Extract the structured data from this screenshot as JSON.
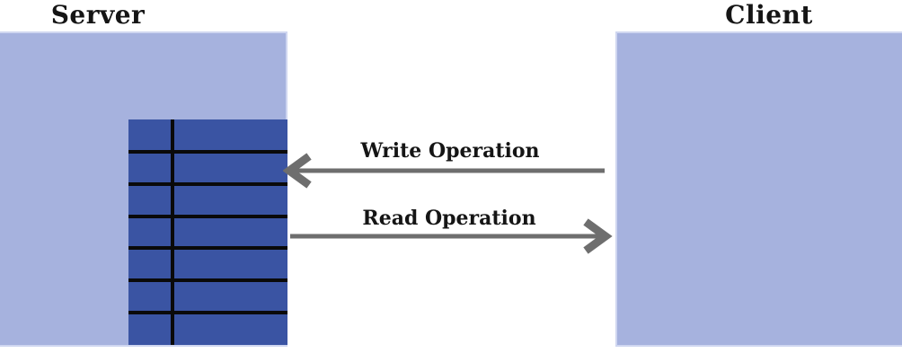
{
  "colors": {
    "box-fill": "#a6b2de",
    "box-border": "#cfd6f0",
    "table-fill": "#3a54a3",
    "grid-line": "#0a0a0a",
    "arrow-gray": "#6e6e6e",
    "text-color": "#151515",
    "canvas-bg": "#ffffff"
  },
  "server": {
    "title": "Server",
    "table": {
      "rows": 7,
      "columns": 2
    }
  },
  "client": {
    "title": "Client"
  },
  "arrows": {
    "write": {
      "label": "Write Operation",
      "direction": "left",
      "from": "client",
      "to": "server-table"
    },
    "read": {
      "label": "Read Operation",
      "direction": "right",
      "from": "server-table",
      "to": "client"
    }
  }
}
